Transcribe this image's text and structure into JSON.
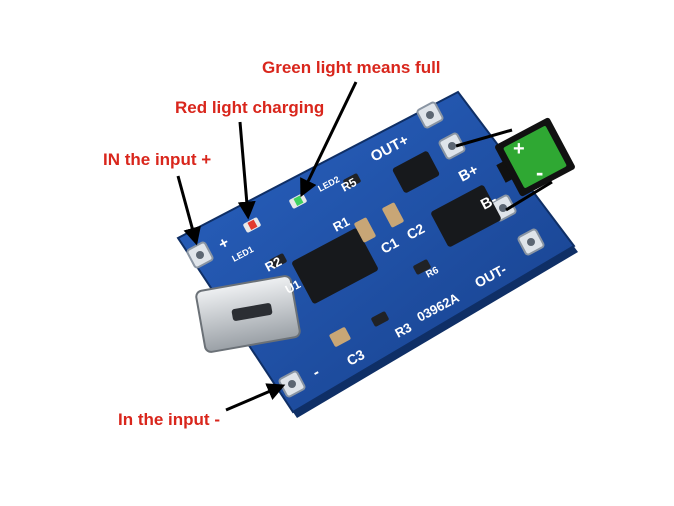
{
  "annotations": {
    "green_full": "Green light means full",
    "red_charging": "Red light charging",
    "in_plus": "IN the input +",
    "in_minus": "In the input -"
  },
  "board": {
    "silk": {
      "out_plus": "OUT+",
      "b_plus": "B+",
      "b_minus": "B-",
      "out_minus": "OUT-",
      "led1": "LED1",
      "led2": "LED2",
      "r1": "R1",
      "r2": "R2",
      "r3": "R3",
      "r5": "R5",
      "r6": "R6",
      "c1": "C1",
      "c2": "C2",
      "c3": "C3",
      "u1": "U1",
      "code": "03962A",
      "plus": "+",
      "minus": "-"
    }
  },
  "battery_icon": {
    "plus": "+",
    "minus": "-",
    "color": "#2fa833"
  },
  "colors": {
    "callout": "#d9261c",
    "pcb": "#1c4fa3",
    "led_red": "#e23a2e",
    "led_green": "#3fd160"
  }
}
